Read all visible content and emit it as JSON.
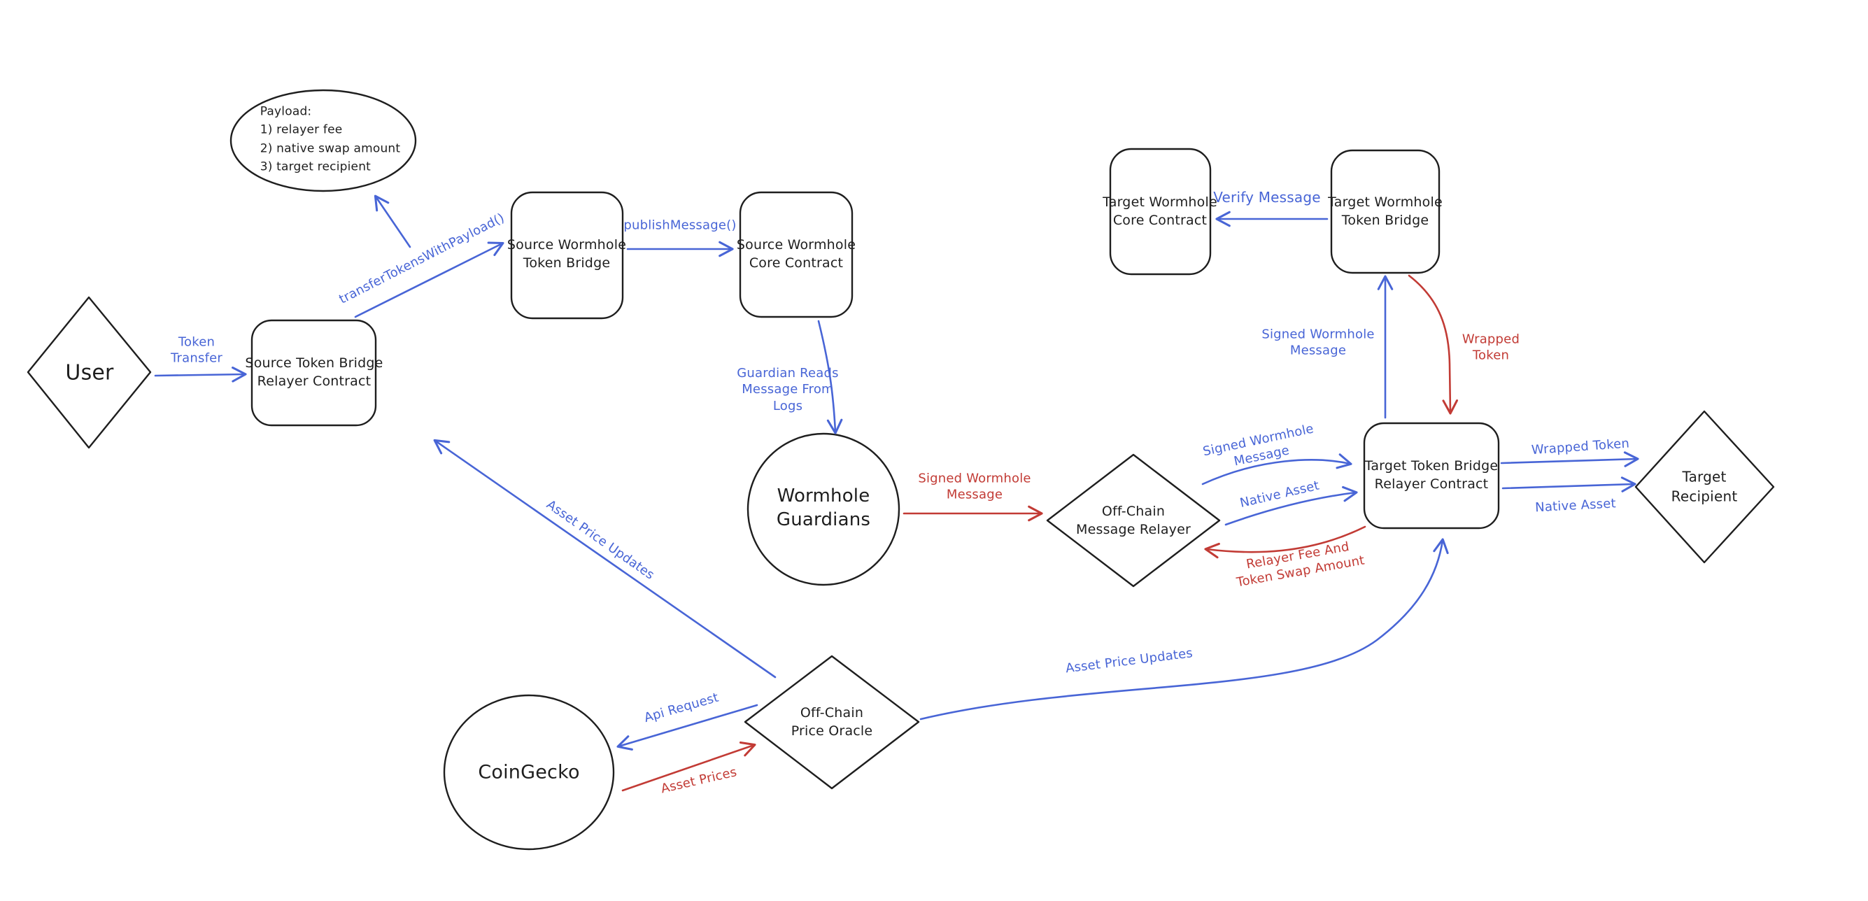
{
  "colors": {
    "ink": "#1e1e1e",
    "blue": "#4865d6",
    "red": "#c23b35",
    "bg": "#ffffff"
  },
  "nodes": {
    "payload_note": "Payload:\n1) relayer fee\n2) native swap amount\n3) target recipient",
    "user": "User",
    "source_token_bridge_relayer": "Source Token Bridge\nRelayer Contract",
    "source_wormhole_token_bridge": "Source Wormhole\nToken Bridge",
    "source_wormhole_core": "Source Wormhole\nCore Contract",
    "wormhole_guardians": "Wormhole\nGuardians",
    "off_chain_message_relayer": "Off-Chain\nMessage Relayer",
    "target_wormhole_core": "Target Wormhole\nCore Contract",
    "target_wormhole_token_bridge": "Target Wormhole\nToken Bridge",
    "target_token_bridge_relayer": "Target Token Bridge\nRelayer Contract",
    "target_recipient": "Target\nRecipient",
    "off_chain_price_oracle": "Off-Chain\nPrice Oracle",
    "coingecko": "CoinGecko"
  },
  "edges": {
    "token_transfer": "Token\nTransfer",
    "transfer_tokens_with_payload": "transferTokensWithPayload()",
    "publish_message": "publishMessage()",
    "guardian_reads_message": "Guardian Reads\nMessage From\nLogs",
    "signed_wormhole_message_to_relayer": "Signed Wormhole\nMessage",
    "signed_wormhole_message_to_contract": "Signed Wormhole\nMessage",
    "native_asset_to_contract": "Native Asset",
    "relayer_fee_and_token_swap": "Relayer Fee And\nToken Swap Amount",
    "signed_wormhole_message_to_bridge": "Signed Wormhole\nMessage",
    "wrapped_token_to_contract": "Wrapped\nToken",
    "verify_message": "Verify Message",
    "wrapped_token_to_recipient": "Wrapped Token",
    "native_asset_to_recipient": "Native Asset",
    "asset_price_updates_source": "Asset Price Updates",
    "asset_price_updates_target": "Asset Price Updates",
    "api_request": "Api Request",
    "asset_prices": "Asset Prices"
  }
}
